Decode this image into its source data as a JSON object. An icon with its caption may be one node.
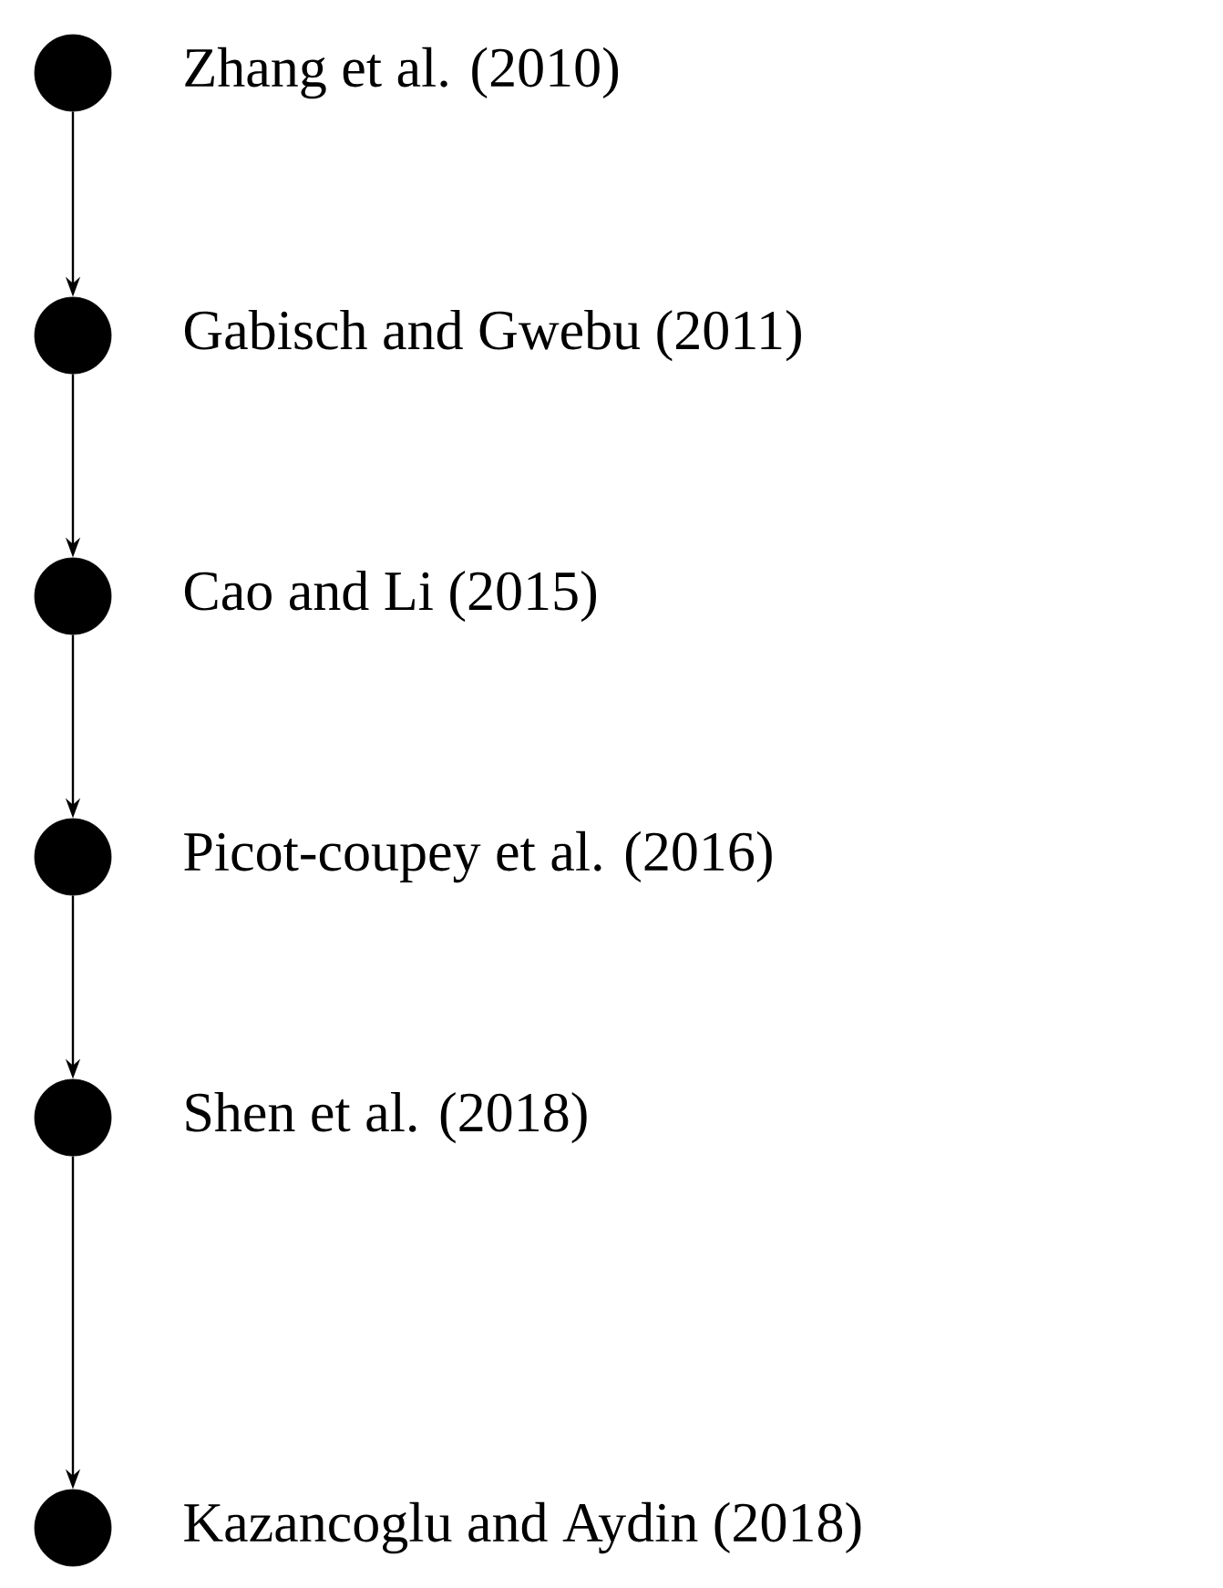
{
  "diagram": {
    "nodes": [
      {
        "text": [],
        "shape": "circle",
        "beside": [
          "Zhang et al. (2010)"
        ]
      },
      {
        "text": [],
        "shape": "circle",
        "beside": [
          "Gabisch and Gwebu (2011)"
        ]
      },
      {
        "text": [],
        "shape": "circle",
        "beside": [
          "Cao and Li (2015)"
        ]
      },
      {
        "text": [],
        "shape": "circle",
        "beside": [
          "Picot-coupey et al. (2016)"
        ]
      },
      {
        "text": [],
        "shape": "circle",
        "beside": [
          "Shen et al. (2018)"
        ]
      },
      {
        "text": [],
        "shape": "circle",
        "beside": [
          "Kazancoglu and Aydin (2018)"
        ]
      }
    ],
    "edges": [
      {
        "from": 0,
        "to": 1,
        "arrow": "to"
      },
      {
        "from": 1,
        "to": 2,
        "arrow": "to"
      },
      {
        "from": 2,
        "to": 3,
        "arrow": "to"
      },
      {
        "from": 3,
        "to": 4,
        "arrow": "to"
      },
      {
        "from": 4,
        "to": 5,
        "arrow": "to"
      }
    ]
  }
}
